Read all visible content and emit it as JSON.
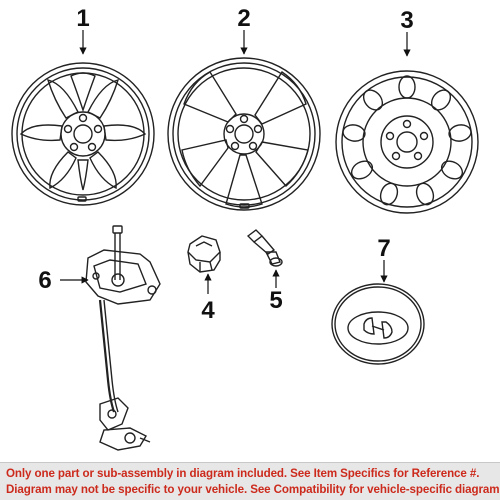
{
  "callouts": {
    "c1": "1",
    "c2": "2",
    "c3": "3",
    "c4": "4",
    "c5": "5",
    "c6": "6",
    "c7": "7"
  },
  "notice": {
    "line1": "Only one part or sub-assembly in diagram included. See Item Specifics for Reference #.",
    "line2": "Diagram may not be specific to your vehicle. See Compatibility for vehicle-specific diagrams.",
    "color": "#cc2a1c"
  },
  "colors": {
    "line": "#222222",
    "background": "#ffffff",
    "banner_bg": "#e7e7e7"
  }
}
